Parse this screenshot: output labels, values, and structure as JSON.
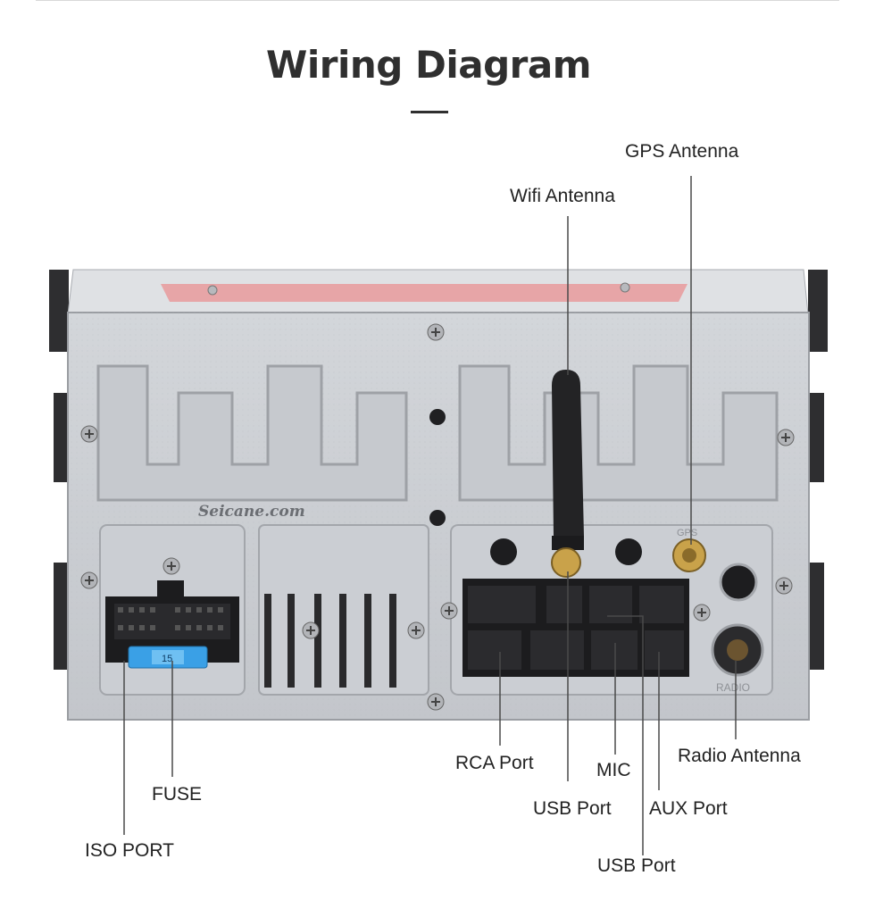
{
  "title": "Wiring Diagram",
  "device": {
    "watermark": "Seicane.com",
    "gps_marking": "GPS",
    "radio_marking": "RADIO",
    "fuse_marking": "15"
  },
  "labels": {
    "gps_antenna": "GPS Antenna",
    "wifi_antenna": "Wifi Antenna",
    "rca_port": "RCA Port",
    "mic": "MIC",
    "radio_antenna": "Radio Antenna",
    "fuse": "FUSE",
    "usb_port_1": "USB Port",
    "aux_port": "AUX Port",
    "iso_port": "ISO PORT",
    "usb_port_2": "USB Port"
  },
  "colors": {
    "chassis": "#c9ccd1",
    "frame": "#2e2e30",
    "connector": "#1c1c1e",
    "fuse_blue": "#3aa0e6",
    "gold": "#c9a24a",
    "sticker": "#e89ea0"
  }
}
